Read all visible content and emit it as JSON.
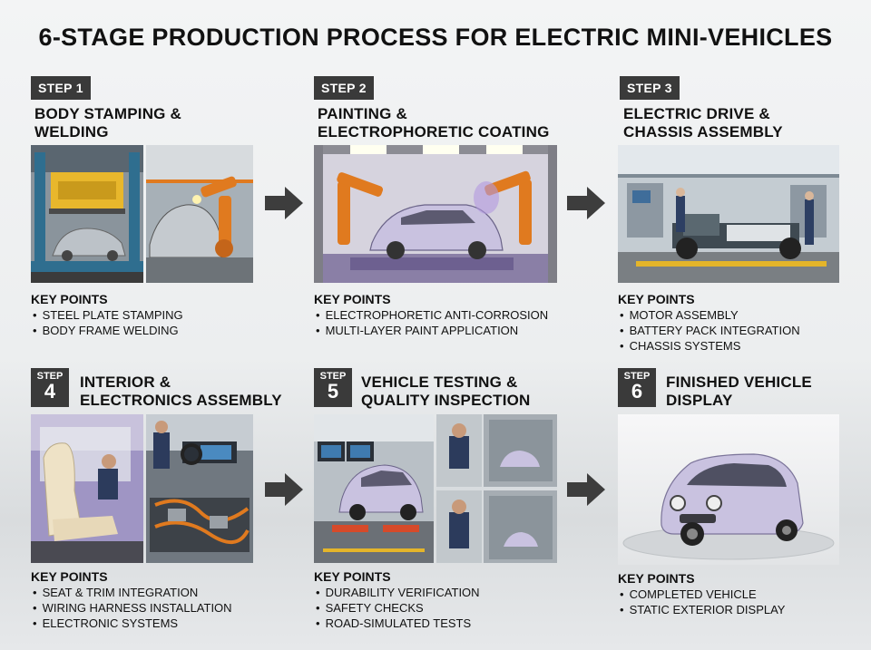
{
  "title": "6-STAGE PRODUCTION PROCESS FOR ELECTRIC MINI-VEHICLES",
  "key_points_label": "KEY POINTS",
  "stages": [
    {
      "step": "STEP 1",
      "title_lines": [
        "BODY STAMPING &",
        "WELDING"
      ],
      "points": [
        "STEEL PLATE STAMPING",
        "BODY FRAME WELDING"
      ]
    },
    {
      "step": "STEP 2",
      "title_lines": [
        "PAINTING &",
        "ELECTROPHORETIC COATING"
      ],
      "points": [
        "ELECTROPHORETIC ANTI-CORROSION",
        "MULTI-LAYER PAINT APPLICATION"
      ]
    },
    {
      "step": "STEP 3",
      "title_lines": [
        "ELECTRIC DRIVE &",
        "CHASSIS ASSEMBLY"
      ],
      "points": [
        "MOTOR ASSEMBLY",
        "BATTERY PACK INTEGRATION",
        "CHASSIS SYSTEMS"
      ]
    },
    {
      "step_label": "STEP",
      "step_num": "4",
      "title_lines": [
        "INTERIOR &",
        "ELECTRONICS ASSEMBLY"
      ],
      "points": [
        "SEAT & TRIM INTEGRATION",
        "WIRING HARNESS INSTALLATION",
        "ELECTRONIC SYSTEMS"
      ]
    },
    {
      "step_label": "STEP",
      "step_num": "5",
      "title_lines": [
        "VEHICLE TESTING &",
        "QUALITY INSPECTION"
      ],
      "points": [
        "DURABILITY VERIFICATION",
        "SAFETY CHECKS",
        "ROAD-SIMULATED TESTS"
      ]
    },
    {
      "step_label": "STEP",
      "step_num": "6",
      "title_lines": [
        "FINISHED VEHICLE",
        "DISPLAY"
      ],
      "points": [
        "COMPLETED VEHICLE",
        "STATIC EXTERIOR DISPLAY"
      ]
    }
  ],
  "colors": {
    "badge": "#3a3a3a",
    "arrow": "#3d3d3d",
    "vehicle": "#c9c2e0",
    "robot": "#e07a1f"
  }
}
